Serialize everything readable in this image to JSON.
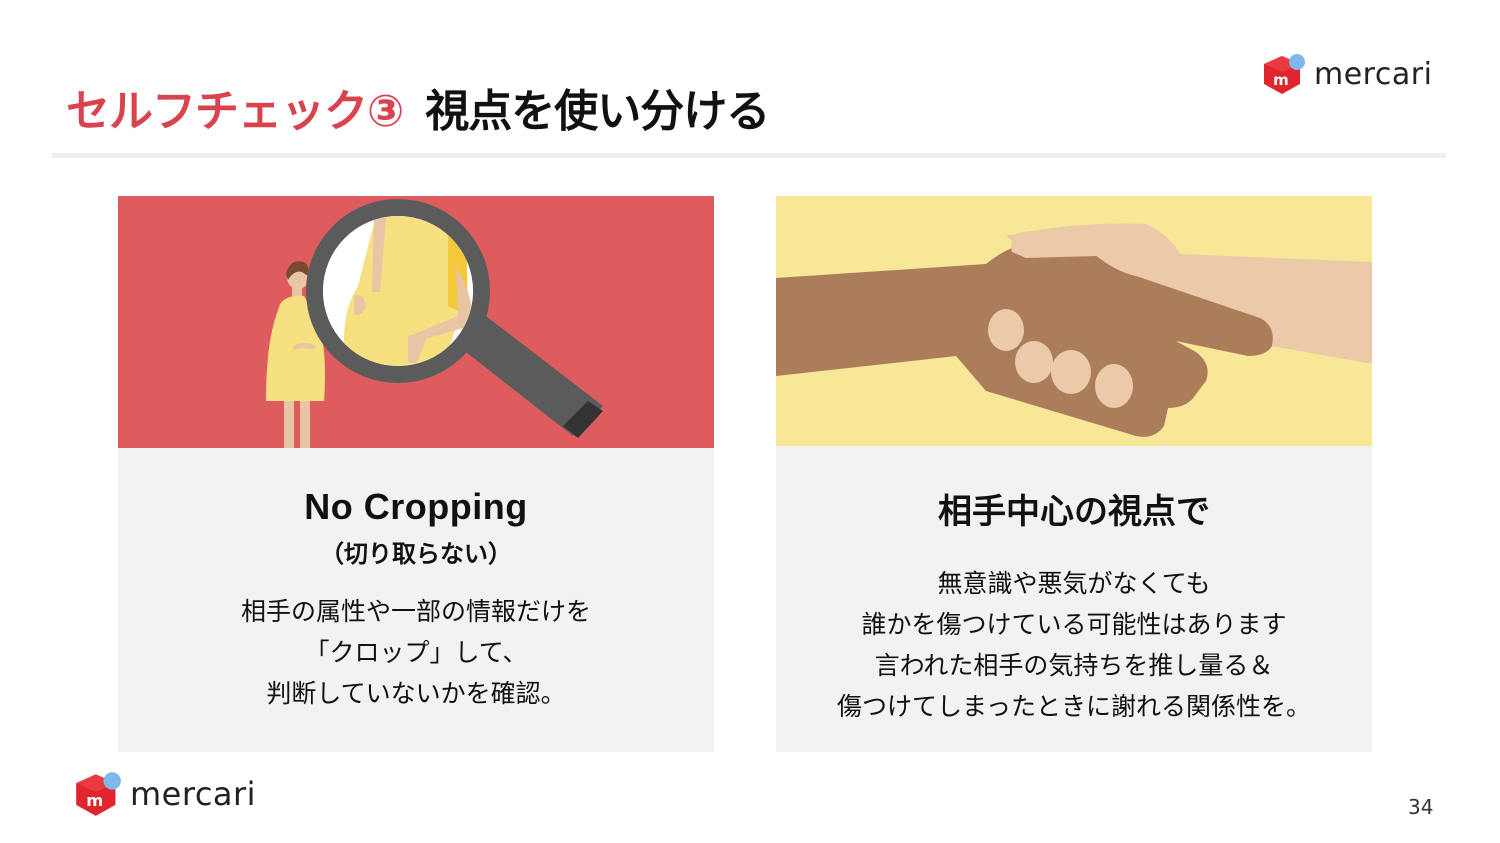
{
  "header": {
    "title_prefix": "セルフチェック③",
    "title_main": "視点を使い分ける"
  },
  "brand": {
    "name": "mercari",
    "logo_mark": "m",
    "colors": {
      "red": "#e0252e",
      "blue": "#7fb8ec",
      "title_red": "#d9434d"
    }
  },
  "cards": [
    {
      "illustration": "magnifying-glass-pregnant-woman",
      "heading": "No Cropping",
      "subheading": "（切り取らない）",
      "lines": [
        "相手の属性や一部の情報だけを",
        "「クロップ」して、",
        "判断していないかを確認。"
      ],
      "image_bg": "#de5c5d"
    },
    {
      "illustration": "handshake",
      "heading": "相手中心の視点で",
      "lines": [
        "無意識や悪気がなくても",
        "誰かを傷つけている可能性はあります",
        "言われた相手の気持ちを推し量る＆",
        "傷つけてしまったときに謝れる関係性を。"
      ],
      "image_bg": "#f8e797"
    }
  ],
  "footer": {
    "page_number": "34"
  }
}
